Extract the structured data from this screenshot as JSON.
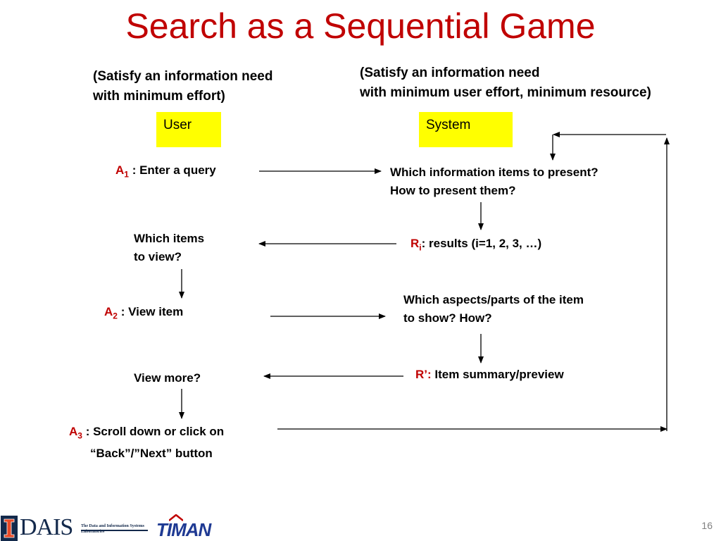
{
  "slide": {
    "title": "Search as a Sequential Game",
    "page_number": "16"
  },
  "user_goal": {
    "line1": "(Satisfy an information need",
    "line2": "with minimum effort)"
  },
  "system_goal": {
    "line1": "(Satisfy an information need",
    "line2": "with minimum user effort, minimum resource)"
  },
  "user_box": {
    "label": "User",
    "color": "#ffff00"
  },
  "system_box": {
    "label": "System",
    "color": "#ffff00"
  },
  "user_steps": {
    "a1": {
      "prefix": "A",
      "sub": "1",
      "text": " : Enter a query"
    },
    "q1": {
      "line1": "Which items",
      "line2": "to view?"
    },
    "a2": {
      "prefix": "A",
      "sub": "2",
      "text": " : View item"
    },
    "q2": {
      "line1": "View more?"
    },
    "a3": {
      "prefix": "A",
      "sub": "3",
      "text": " : Scroll down or click on",
      "line2": "“Back”/”Next”  button"
    }
  },
  "system_steps": {
    "s1": {
      "line1": "Which  information items to present?",
      "line2": "How to present them?"
    },
    "r1": {
      "prefix": "R",
      "sub": "i",
      "text": ": results (i=1, 2, 3, …)"
    },
    "s2": {
      "line1": "Which aspects/parts of the item",
      "line2": "to show?  How?"
    },
    "r2": {
      "prefix": "R’:",
      "text": " Item summary/preview"
    }
  },
  "logos": {
    "dais_letters": "DAIS",
    "dais_caption": "The Data and Information Systems Laboratories",
    "timan": "TIMAN"
  },
  "colors": {
    "accent": "#c00000",
    "highlight": "#ffff00"
  }
}
